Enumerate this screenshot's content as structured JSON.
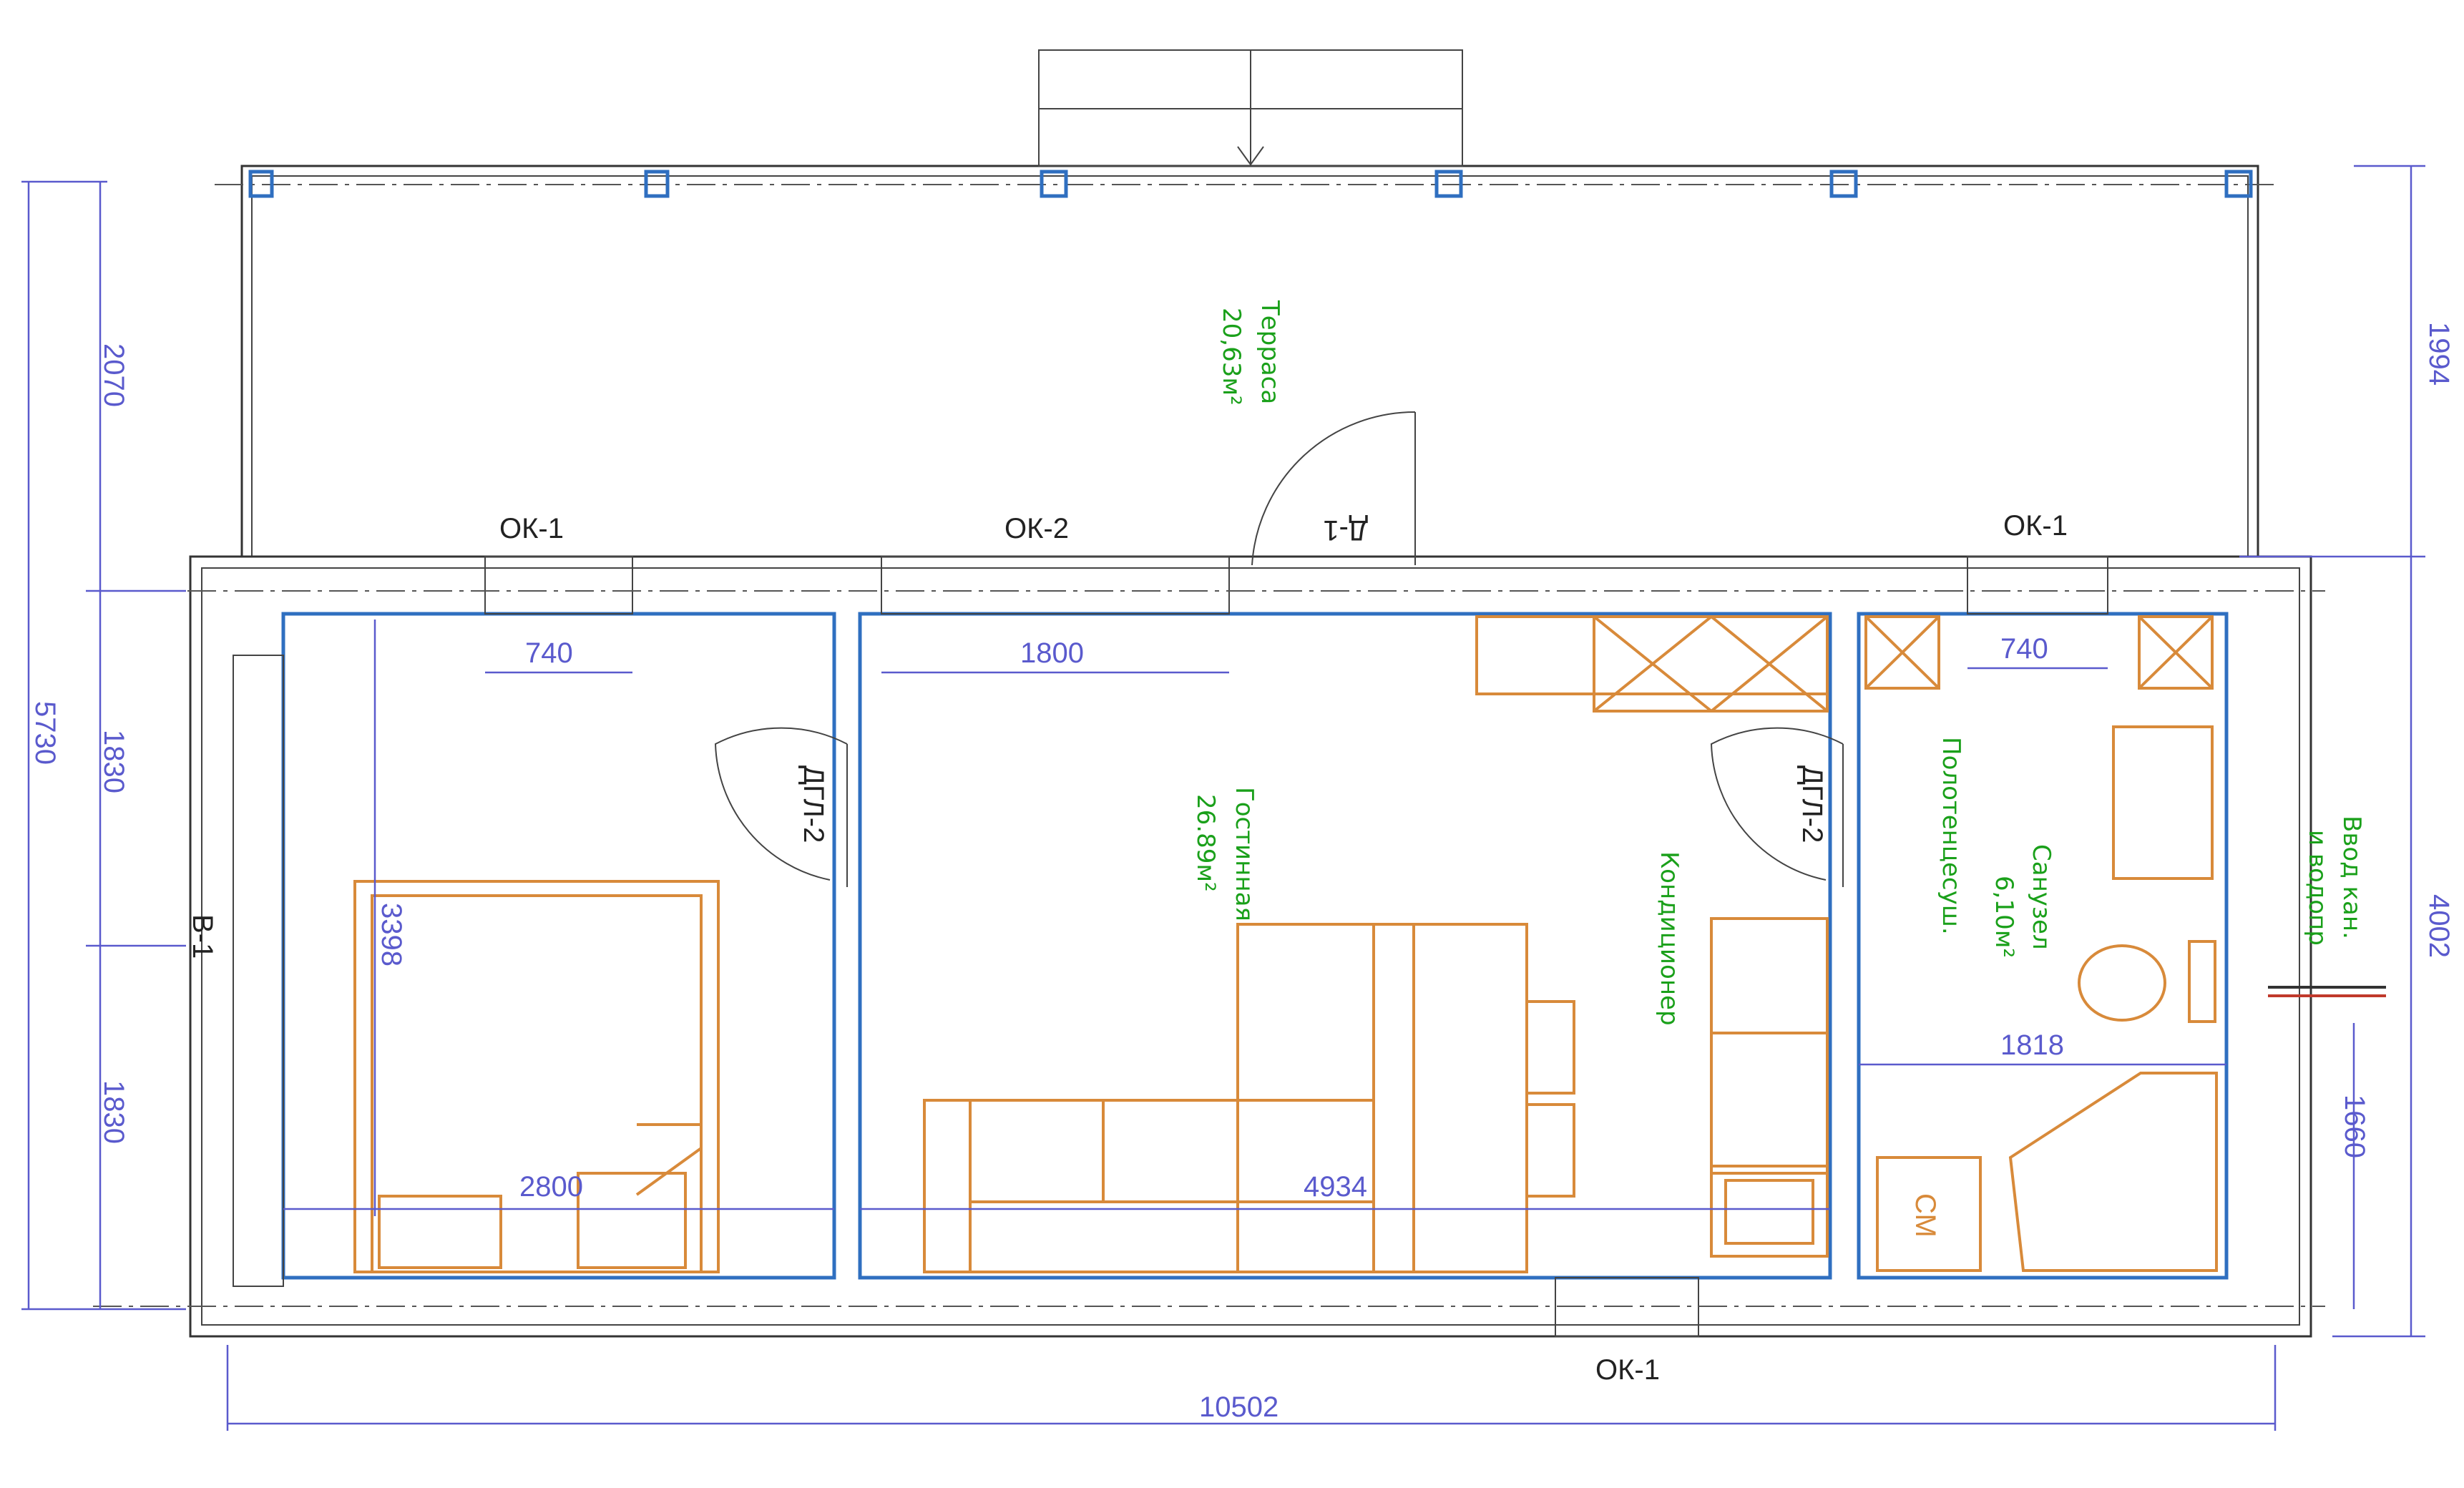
{
  "rooms": {
    "terrace_name": "Терраса",
    "terrace_area": "20,63м²",
    "living_name": "Гостинная",
    "living_area": "26.89м²",
    "bath_name": "Санузел",
    "bath_area": "6,10м²"
  },
  "labels": {
    "ok1_left": "ОК-1",
    "ok2": "ОК-2",
    "ok1_right": "ОК-1",
    "ok1_bottom": "ОК-1",
    "door_d1": "Д-1",
    "door_dgl2_left": "ДГЛ-2",
    "door_dgl2_right": "ДГЛ-2",
    "v1": "В-1",
    "ac": "Кондиционер",
    "towel": "Полотенцесуш.",
    "inlet_1": "Ввод кан.",
    "inlet_2": "и водопр",
    "washer": "СМ"
  },
  "dimensions": {
    "left_total": "5730",
    "left_top": "2070",
    "left_mid": "1830",
    "left_bot": "1830",
    "right_top": "1994",
    "right_bot": "4002",
    "right_inner": "1660",
    "bottom_total": "10502",
    "win_left": "740",
    "win_mid": "1800",
    "win_right": "740",
    "bed_room_width": "2800",
    "living_width": "4934",
    "bath_width": "1818",
    "bed_room_depth": "3398"
  },
  "colors": {
    "walls": "#2f6fc0",
    "furniture": "#d88a3a",
    "dimensions": "#5a5acd",
    "room_labels": "#1aa01a"
  }
}
